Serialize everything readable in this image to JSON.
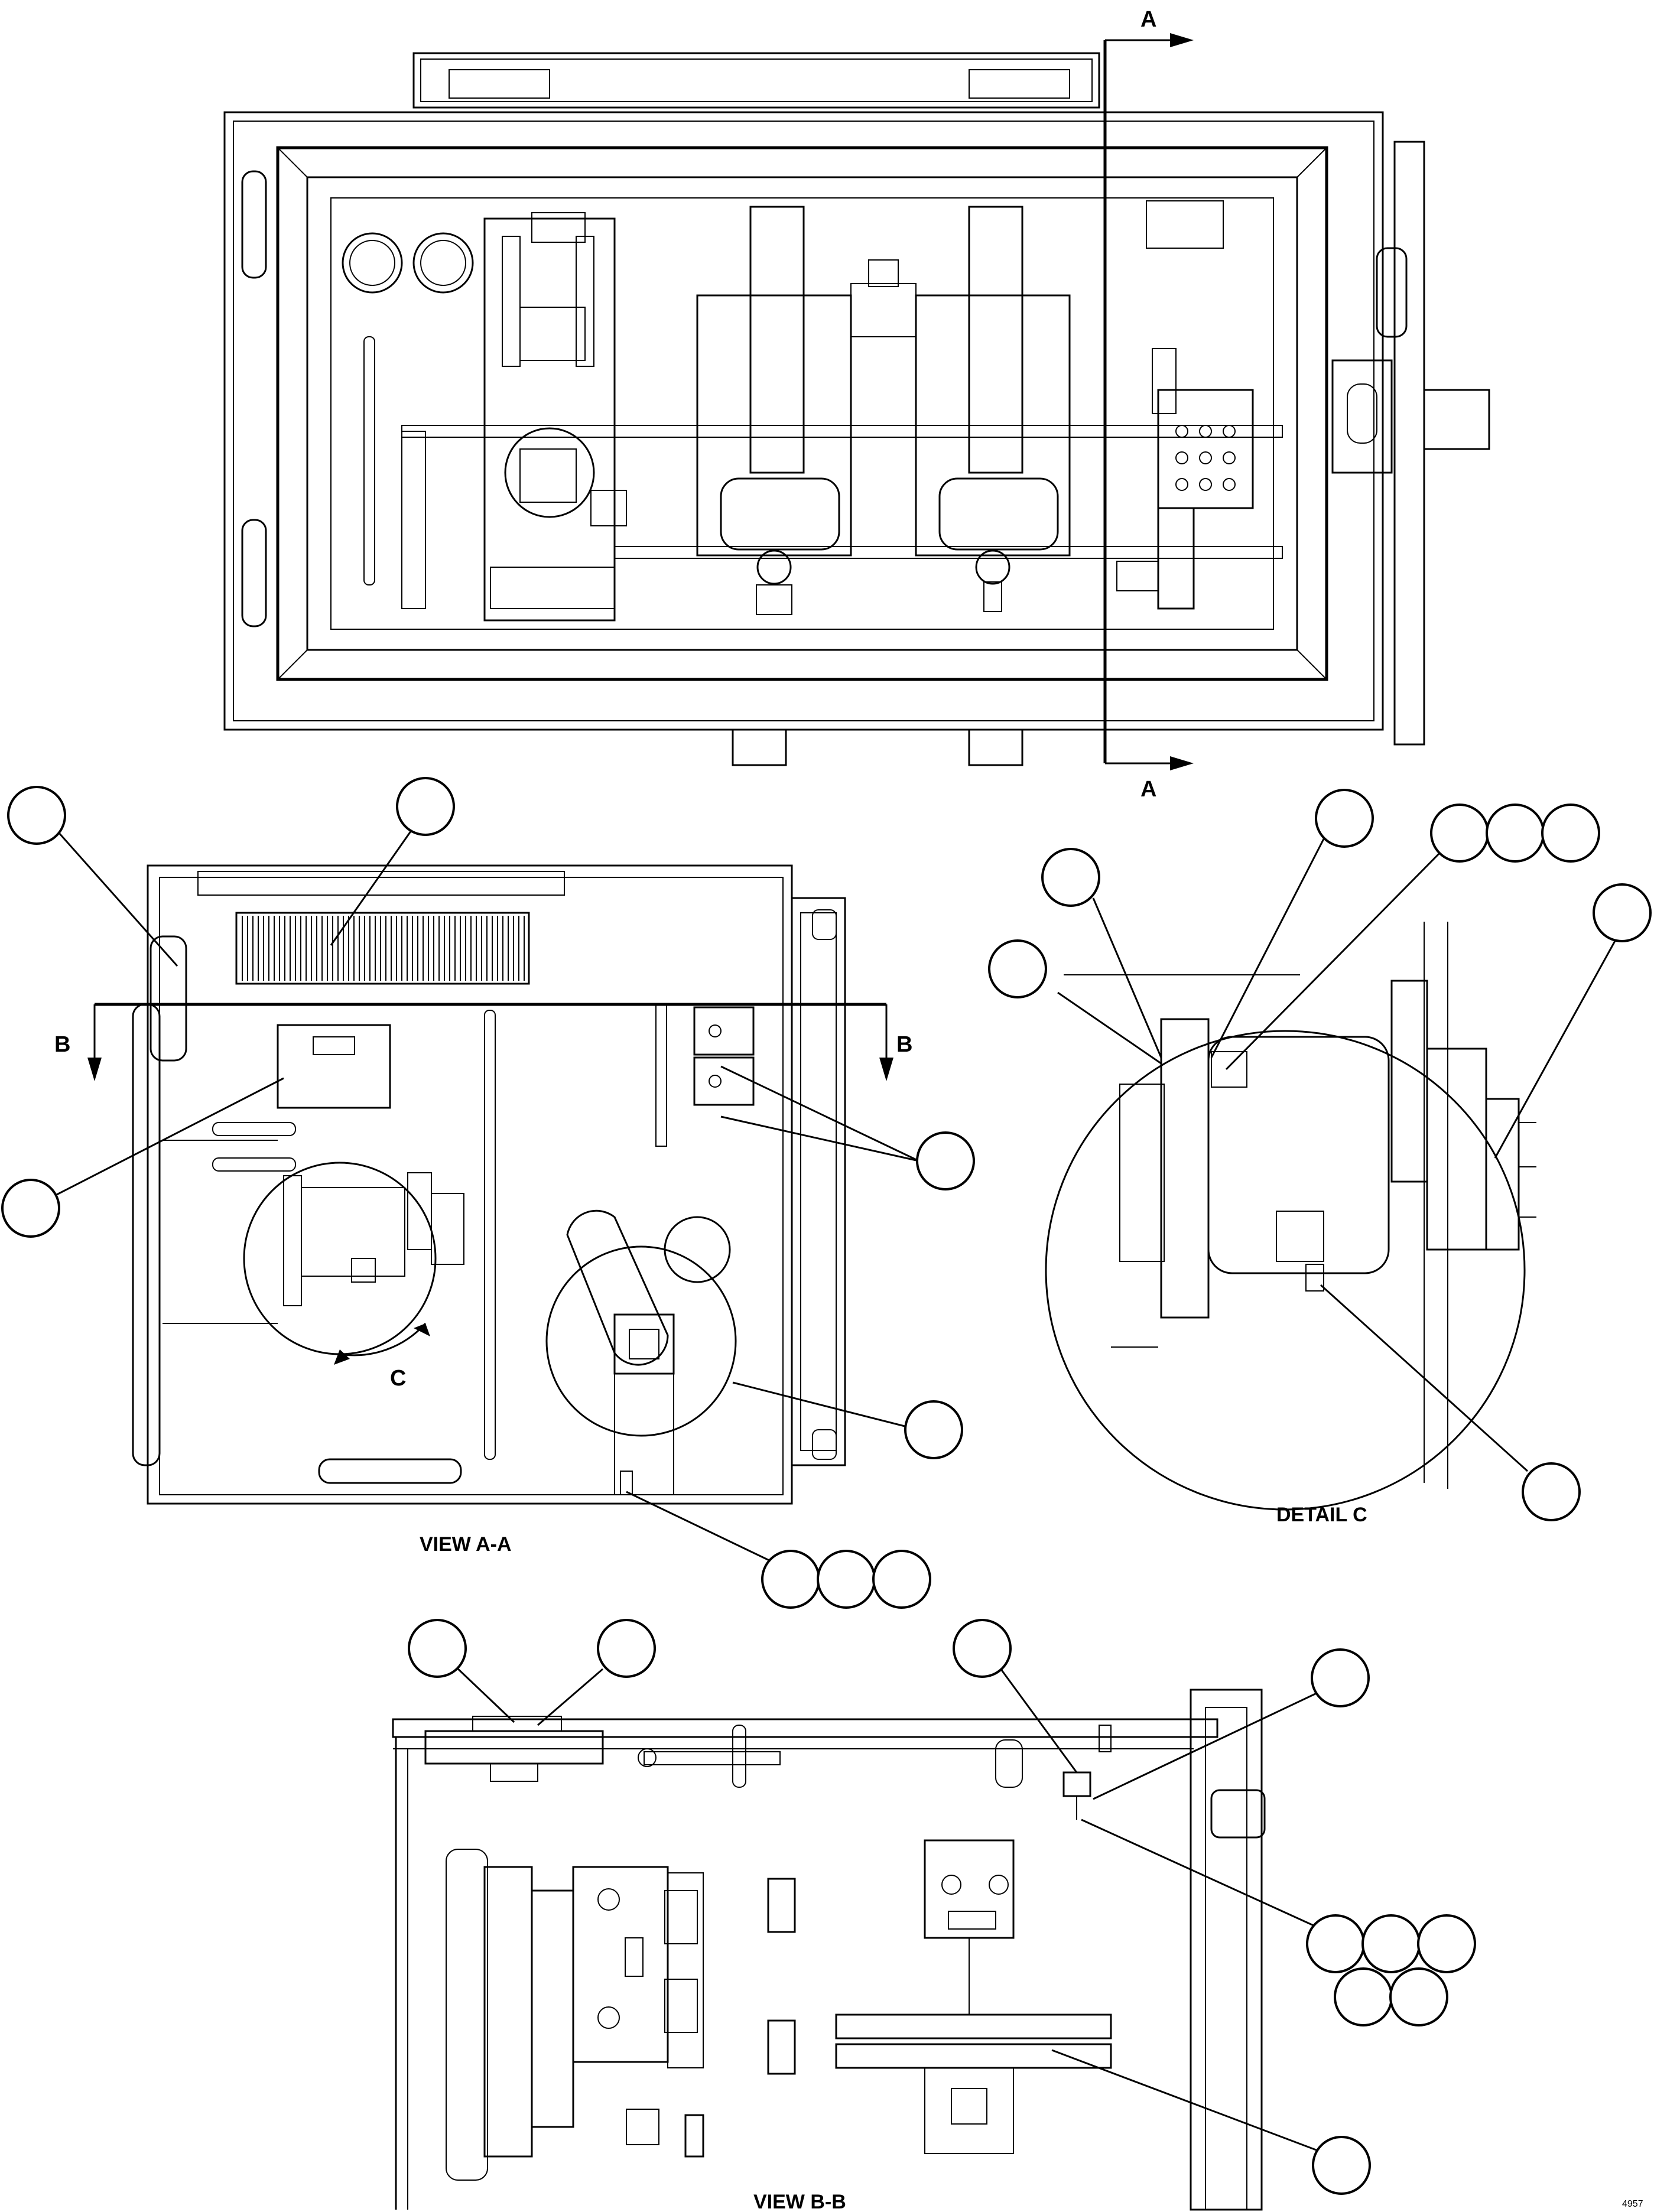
{
  "labels": {
    "section_a_top": "A",
    "section_a_bottom": "A",
    "section_b_left": "B",
    "section_b_right": "B",
    "detail_c_ref": "C",
    "view_aa_caption": "VIEW A-A",
    "detail_c_caption": "DETAIL C",
    "view_bb_caption": "VIEW B-B",
    "drawing_number": "4957"
  },
  "colors": {
    "line": "#000000",
    "background": "#ffffff"
  }
}
